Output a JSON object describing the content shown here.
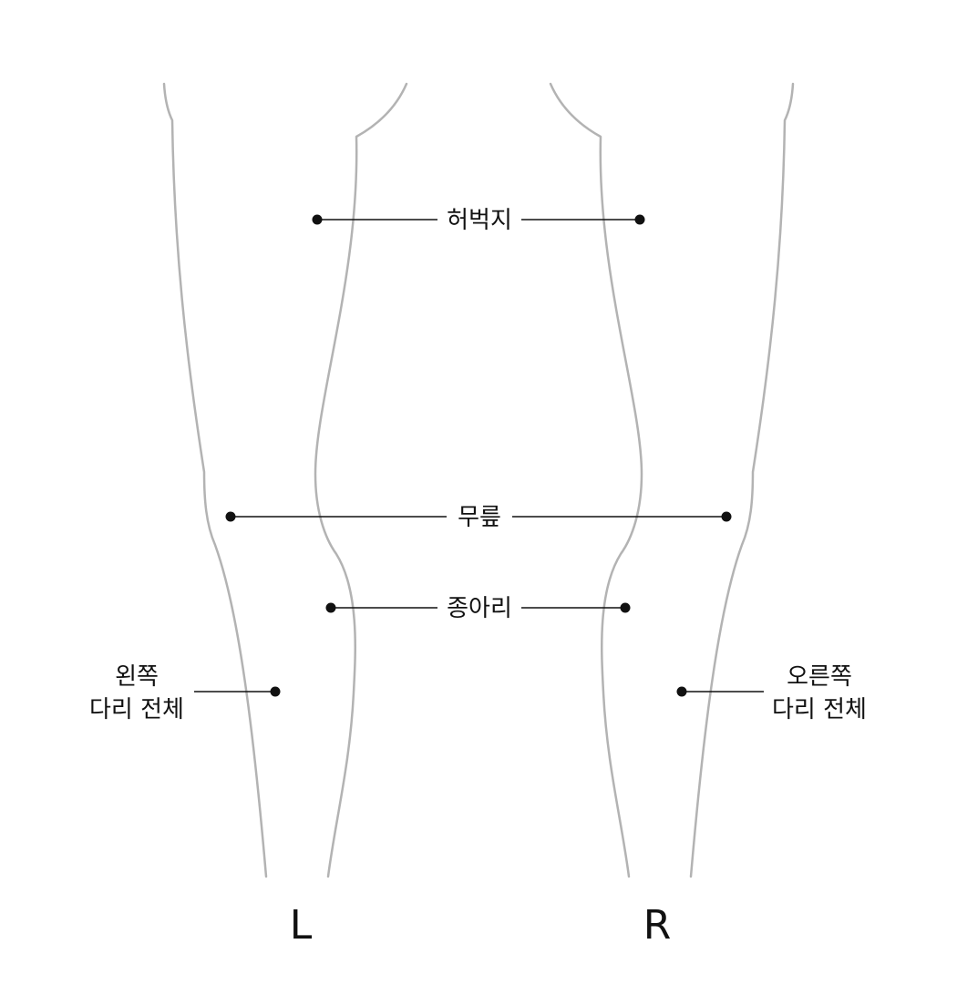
{
  "labels": {
    "thigh": "허벅지",
    "knee": "무릎",
    "calf": "종아리",
    "left_whole_leg": [
      "왼쪽",
      "다리 전체"
    ],
    "right_whole_leg": [
      "오른쪽",
      "다리 전체"
    ]
  },
  "sides": {
    "left": "L",
    "right": "R"
  },
  "colors": {
    "outline": "#b3b3b3",
    "marker": "#111111"
  }
}
